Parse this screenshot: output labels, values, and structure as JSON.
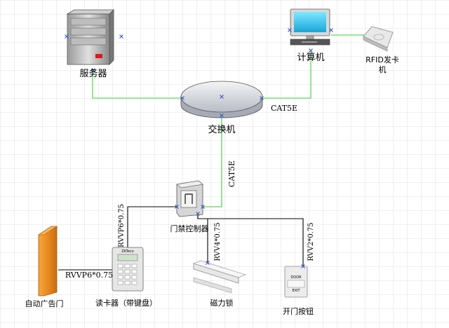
{
  "nodes": {
    "server": "服务器",
    "computer": "计算机",
    "rfid_line1": "RFID发卡",
    "rfid_line2": "机",
    "switch": "交换机",
    "controller": "门禁控制器",
    "auto_door": "自动广告门",
    "card_reader": "读卡器（带键盘）",
    "mag_lock": "磁力锁",
    "exit_button": "开门按钮"
  },
  "links": {
    "switch_computer": "CAT5E",
    "controller_switch": "CAT5E",
    "reader_controller": "RVVP6*0.75",
    "door_reader": "RVVP6*0.75",
    "lock_controller": "RVV4*0.75",
    "button_controller": "RVV2*0.75"
  },
  "device_text": {
    "button_top": "DOOR",
    "button_bottom": "EXIT",
    "reader_logo": "ZKTeco"
  },
  "colors": {
    "network_line": "#59d959",
    "signal_line": "#000000",
    "grid": "#d7d7d7",
    "door": "#e98a1e"
  }
}
